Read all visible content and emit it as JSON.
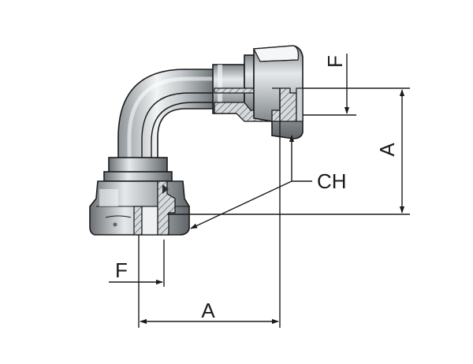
{
  "labels": {
    "offset_top": "F",
    "height_dim": "A",
    "wrench": "CH",
    "offset_bottom": "F",
    "width_dim": "A"
  },
  "colors": {
    "line": "#1a1a1a",
    "metal_dark": "#6f7478",
    "metal_light": "#e9ecee",
    "section_hatch": "#555a5e"
  }
}
